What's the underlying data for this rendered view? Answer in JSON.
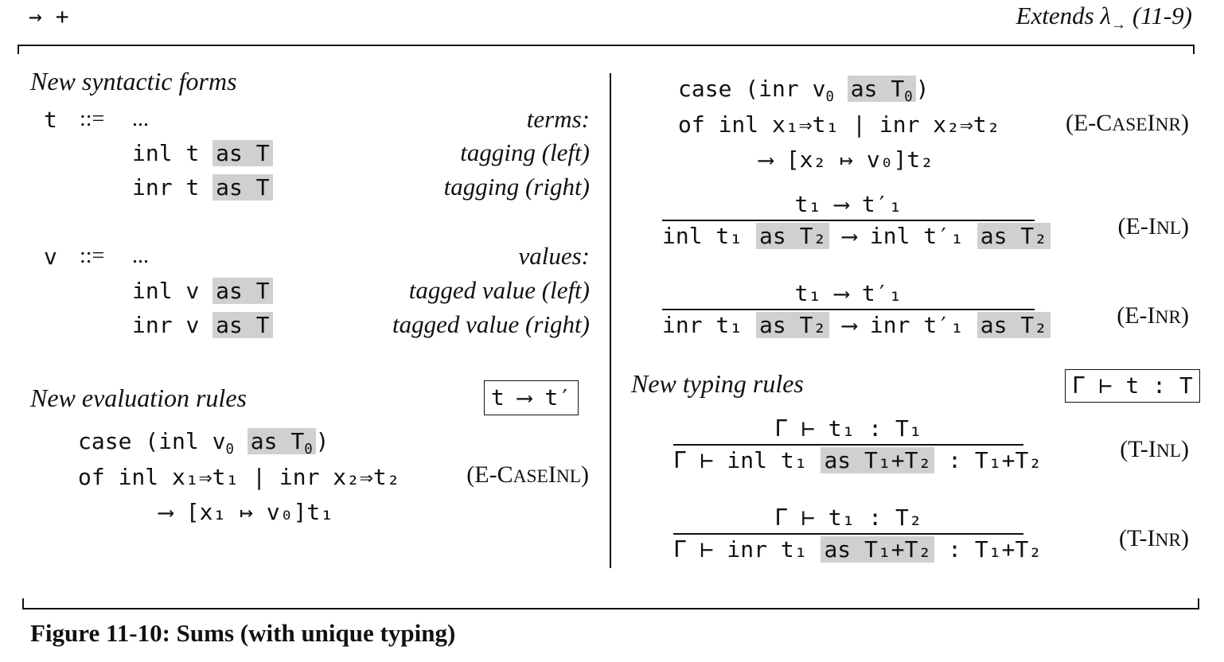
{
  "header": {
    "left_tag": "→  +",
    "right_tag_prefix": "Extends λ",
    "right_tag_sub": "→",
    "right_tag_suffix": " (11-9)"
  },
  "syntax": {
    "heading": "New syntactic forms",
    "terms": {
      "var": "t",
      "def": "::=",
      "dots": "...",
      "kind": "terms:",
      "rows": [
        {
          "kw": "inl",
          "arg": "t",
          "ann": "as T",
          "desc": "tagging (left)"
        },
        {
          "kw": "inr",
          "arg": "t",
          "ann": "as T",
          "desc": "tagging (right)"
        }
      ]
    },
    "values": {
      "var": "v",
      "def": "::=",
      "dots": "...",
      "kind": "values:",
      "rows": [
        {
          "kw": "inl",
          "arg": "v",
          "ann": "as T",
          "desc": "tagged value (left)"
        },
        {
          "kw": "inr",
          "arg": "v",
          "ann": "as T",
          "desc": "tagged value (right)"
        }
      ]
    }
  },
  "evaluation": {
    "heading": "New evaluation rules",
    "judgment": "t ⟶ t′",
    "case_inl": {
      "line1_a": "case (inl v",
      "line1_sub": "0",
      "line1_ann": "as T",
      "line1_ann_sub": "0",
      "line1_end": ")",
      "line2": "of inl x₁⇒t₁ | inr x₂⇒t₂",
      "line3": "⟶ [x₁ ↦ v₀]t₁",
      "name_a": "(E-C",
      "name_b": "ASE",
      "name_c": "I",
      "name_d": "NL",
      "name_e": ")"
    },
    "case_inr": {
      "line1_a": "case (inr v",
      "line1_sub": "0",
      "line1_ann": "as T",
      "line1_ann_sub": "0",
      "line1_end": ")",
      "line2": "of inl x₁⇒t₁ | inr x₂⇒t₂",
      "line3": "⟶ [x₂ ↦ v₀]t₂",
      "name_a": "(E-C",
      "name_b": "ASE",
      "name_c": "I",
      "name_d": "NR",
      "name_e": ")"
    },
    "e_inl": {
      "premise": "t₁ ⟶ t′₁",
      "concl_a": "inl t₁",
      "concl_ann": "as T₂",
      "concl_b": "⟶ inl t′₁",
      "concl_ann2": "as T₂",
      "name_a": "(E-I",
      "name_b": "NL",
      "name_c": ")"
    },
    "e_inr": {
      "premise": "t₁ ⟶ t′₁",
      "concl_a": "inr t₁",
      "concl_ann": "as T₂",
      "concl_b": "⟶ inr t′₁",
      "concl_ann2": "as T₂",
      "name_a": "(E-I",
      "name_b": "NR",
      "name_c": ")"
    }
  },
  "typing": {
    "heading": "New typing rules",
    "judgment": "Γ ⊢ t : T",
    "t_inl": {
      "premise": "Γ ⊢ t₁ : T₁",
      "concl_a": "Γ ⊢ inl t₁",
      "concl_ann": "as T₁+T₂",
      "concl_b": ": T₁+T₂",
      "name_a": "(T-I",
      "name_b": "NL",
      "name_c": ")"
    },
    "t_inr": {
      "premise": "Γ ⊢ t₁ : T₂",
      "concl_a": "Γ ⊢ inr t₁",
      "concl_ann": "as T₁+T₂",
      "concl_b": ": T₁+T₂",
      "name_a": "(T-I",
      "name_b": "NR",
      "name_c": ")"
    }
  },
  "caption": "Figure 11-10: Sums (with unique typing)"
}
